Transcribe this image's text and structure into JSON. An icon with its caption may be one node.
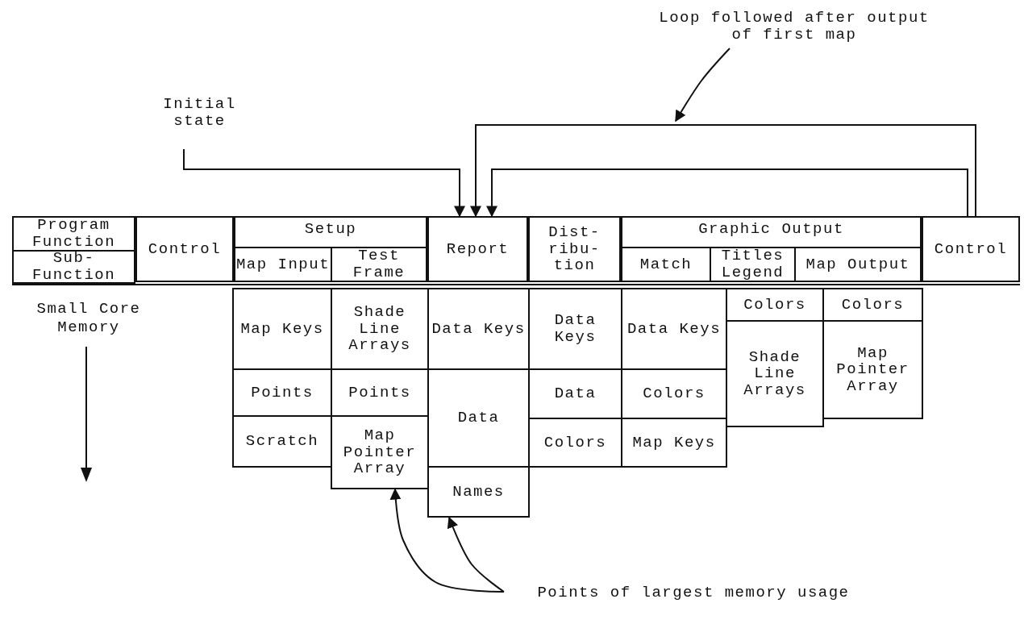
{
  "diagram": {
    "nodes": [
      {
        "text": [
          "Initial state"
        ]
      },
      {
        "text": [
          "Loop followed after output of first map"
        ]
      },
      {
        "text": [
          "Program Function"
        ]
      },
      {
        "text": [
          "Sub- Function"
        ]
      },
      {
        "text": [
          "Control"
        ]
      },
      {
        "text": [
          "Setup"
        ]
      },
      {
        "text": [
          "Map Input"
        ],
        "in": 5
      },
      {
        "text": [
          "Test Frame"
        ],
        "in": 5
      },
      {
        "text": [
          "Report"
        ]
      },
      {
        "text": [
          "Dist- ribu- tion"
        ]
      },
      {
        "text": [
          "Graphic Output"
        ]
      },
      {
        "text": [
          "Match"
        ],
        "in": 10
      },
      {
        "text": [
          "Titles Legend"
        ],
        "in": 10
      },
      {
        "text": [
          "Map Output"
        ],
        "in": 10
      },
      {
        "text": [
          "Control"
        ]
      },
      {
        "text": [
          "Map Keys"
        ]
      },
      {
        "text": [
          "Shade Line Arrays"
        ]
      },
      {
        "text": [
          "Data Keys"
        ]
      },
      {
        "text": [
          "Data Keys"
        ]
      },
      {
        "text": [
          "Data Keys"
        ]
      },
      {
        "text": [
          "Colors"
        ]
      },
      {
        "text": [
          "Colors"
        ]
      },
      {
        "text": [
          "Points"
        ]
      },
      {
        "text": [
          "Points"
        ]
      },
      {
        "text": [
          "Data"
        ]
      },
      {
        "text": [
          "Data"
        ]
      },
      {
        "text": [
          "Colors"
        ]
      },
      {
        "text": [
          "Shade Line Arrays"
        ]
      },
      {
        "text": [
          "Map Pointer Array"
        ]
      },
      {
        "text": [
          "Scratch"
        ]
      },
      {
        "text": [
          "Map Pointer Array"
        ]
      },
      {
        "text": [
          "Colors"
        ]
      },
      {
        "text": [
          "Map Keys"
        ]
      },
      {
        "text": [
          "Names"
        ]
      },
      {
        "text": [
          "Points of largest memory usage"
        ]
      }
    ],
    "edges": [
      {
        "from": 0,
        "to": 8,
        "arrow": "to"
      },
      {
        "from": 14,
        "to": 8,
        "arrow": "to"
      },
      {
        "from": 14,
        "to": 8,
        "arrow": "to"
      },
      {
        "from": 1,
        "to": null,
        "arrow": "to"
      },
      {
        "from": 34,
        "to": 30,
        "arrow": "to"
      },
      {
        "from": 34,
        "to": 33,
        "arrow": "to"
      }
    ],
    "labels": [
      "Small Core Memory"
    ]
  }
}
